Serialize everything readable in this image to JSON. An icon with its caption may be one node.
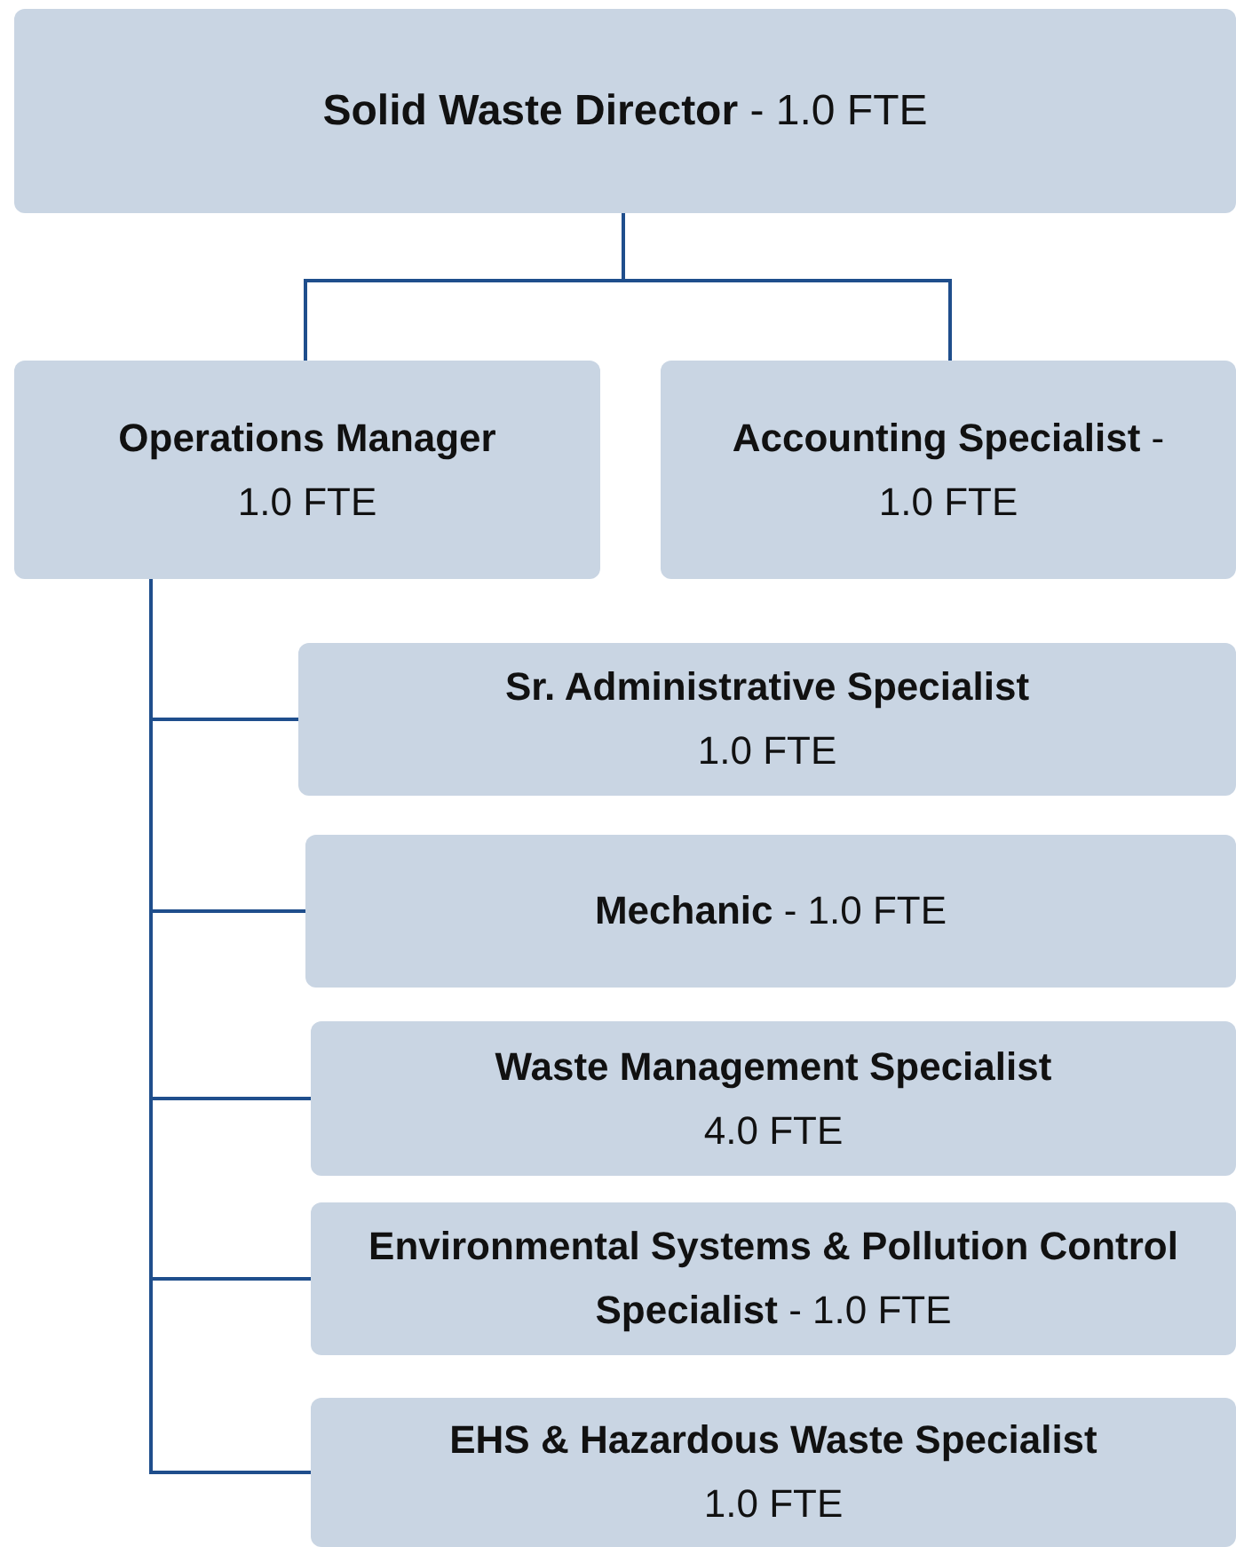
{
  "diagram": {
    "nodes": [
      {
        "text": [
          "**Solid Waste Director** - 1.0 FTE"
        ]
      },
      {
        "text": [
          "Operations Manager",
          "1.0 FTE"
        ]
      },
      {
        "text": [
          "**Accounting Specialist** - 1.0 FTE"
        ]
      },
      {
        "text": [
          "Sr. Administrative Specialist",
          "1.0 FTE"
        ]
      },
      {
        "text": [
          "**Mechanic** - 1.0 FTE"
        ]
      },
      {
        "text": [
          "Waste Management Specialist",
          "4.0 FTE"
        ]
      },
      {
        "text": [
          "**Environmental Systems & Pollution Control Specialist** - 1.0 FTE"
        ]
      },
      {
        "text": [
          "EHS & Hazardous Waste Specialist",
          "1.0 FTE"
        ]
      }
    ],
    "edges": [
      {
        "from": 0,
        "to": 1,
        "arrow": "none"
      },
      {
        "from": 0,
        "to": 2,
        "arrow": "none"
      },
      {
        "from": 1,
        "to": 3,
        "arrow": "none"
      },
      {
        "from": 1,
        "to": 4,
        "arrow": "none"
      },
      {
        "from": 1,
        "to": 5,
        "arrow": "none"
      },
      {
        "from": 1,
        "to": 6,
        "arrow": "none"
      },
      {
        "from": 1,
        "to": 7,
        "arrow": "none"
      }
    ]
  }
}
